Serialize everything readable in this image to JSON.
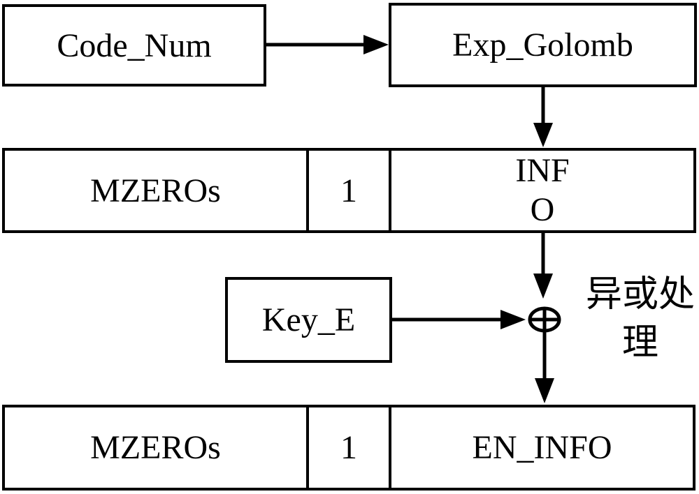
{
  "diagram": {
    "colors": {
      "line": "#000000",
      "background": "#ffffff"
    },
    "code_num": {
      "label": "Code_Num"
    },
    "exp_golomb": {
      "label": "Exp_Golomb"
    },
    "encoded_row": {
      "mzeros": "MZEROs",
      "one": "1",
      "info_line1": "INF",
      "info_line2": "O"
    },
    "key": {
      "label": "Key_E"
    },
    "xor": {
      "symbol": "⊕",
      "note_line1": "异或处",
      "note_line2": "理"
    },
    "encrypted_row": {
      "mzeros": "MZEROs",
      "one": "1",
      "en_info": "EN_INFO"
    }
  }
}
